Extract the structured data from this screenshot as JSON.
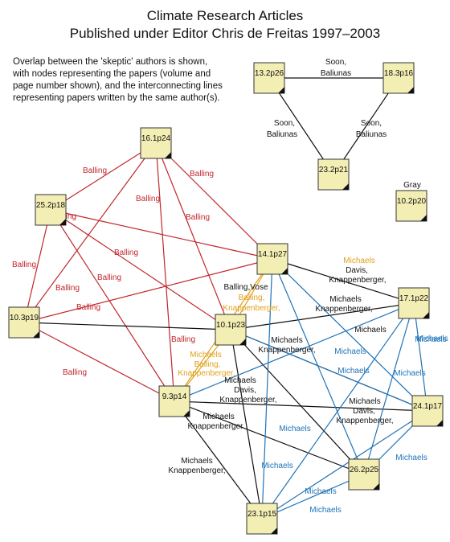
{
  "title": {
    "line1": "Climate Research Articles",
    "line2": "Published under Editor Chris de Freitas 1997–2003"
  },
  "description": {
    "line1": "Overlap between the 'skeptic' authors is shown,",
    "line2": "with nodes representing the papers (volume and",
    "line3": "page number shown), and the interconnecting lines",
    "line4": "representing papers written by the same author(s)."
  },
  "colors": {
    "node_fill": "#f3eeb4",
    "node_stroke": "#333333",
    "red": "#c0272d",
    "black": "#111111",
    "orange": "#e0a11b",
    "blue": "#1f73b7"
  },
  "nodes": [
    {
      "id": "13.2p26",
      "label": "13.2p26"
    },
    {
      "id": "18.3p16",
      "label": "18.3p16"
    },
    {
      "id": "23.2p21",
      "label": "23.2p21"
    },
    {
      "id": "10.2p20",
      "label": "10.2p20"
    },
    {
      "id": "16.1p24",
      "label": "16.1p24"
    },
    {
      "id": "25.2p18",
      "label": "25.2p18"
    },
    {
      "id": "14.1p27",
      "label": "14.1p27"
    },
    {
      "id": "17.1p22",
      "label": "17.1p22"
    },
    {
      "id": "10.3p19",
      "label": "10.3p19"
    },
    {
      "id": "10.1p23",
      "label": "10.1p23"
    },
    {
      "id": "9.3p14",
      "label": "9.3p14"
    },
    {
      "id": "24.1p17",
      "label": "24.1p17"
    },
    {
      "id": "26.2p25",
      "label": "26.2p25"
    },
    {
      "id": "23.1p15",
      "label": "23.1p15"
    }
  ],
  "edges": [
    {
      "from": "13.2p26",
      "to": "18.3p16",
      "color": "black"
    },
    {
      "from": "13.2p26",
      "to": "23.2p21",
      "color": "black"
    },
    {
      "from": "18.3p16",
      "to": "23.2p21",
      "color": "black"
    },
    {
      "from": "16.1p24",
      "to": "25.2p18",
      "color": "red"
    },
    {
      "from": "16.1p24",
      "to": "14.1p27",
      "color": "red"
    },
    {
      "from": "16.1p24",
      "to": "10.3p19",
      "color": "red"
    },
    {
      "from": "16.1p24",
      "to": "10.1p23",
      "color": "red"
    },
    {
      "from": "16.1p24",
      "to": "9.3p14",
      "color": "red"
    },
    {
      "from": "25.2p18",
      "to": "14.1p27",
      "color": "red"
    },
    {
      "from": "25.2p18",
      "to": "10.3p19",
      "color": "red"
    },
    {
      "from": "25.2p18",
      "to": "10.1p23",
      "color": "red"
    },
    {
      "from": "25.2p18",
      "to": "9.3p14",
      "color": "red"
    },
    {
      "from": "10.3p19",
      "to": "14.1p27",
      "color": "red"
    },
    {
      "from": "10.3p19",
      "to": "9.3p14",
      "color": "red"
    },
    {
      "from": "10.3p19",
      "to": "10.1p23",
      "color": "black"
    },
    {
      "from": "14.1p27",
      "to": "10.1p23",
      "color": "orange"
    },
    {
      "from": "10.1p23",
      "to": "9.3p14",
      "color": "orange"
    },
    {
      "from": "14.1p27",
      "to": "9.3p14",
      "color": "orange"
    },
    {
      "from": "14.1p27",
      "to": "17.1p22",
      "color": "black"
    },
    {
      "from": "10.1p23",
      "to": "17.1p22",
      "color": "black"
    },
    {
      "from": "10.1p23",
      "to": "24.1p17",
      "color": "black"
    },
    {
      "from": "9.3p14",
      "to": "24.1p17",
      "color": "black"
    },
    {
      "from": "9.3p14",
      "to": "26.2p25",
      "color": "black"
    },
    {
      "from": "9.3p14",
      "to": "23.1p15",
      "color": "black"
    },
    {
      "from": "10.1p23",
      "to": "23.1p15",
      "color": "black"
    },
    {
      "from": "10.1p23",
      "to": "26.2p25",
      "color": "black"
    },
    {
      "from": "14.1p27",
      "to": "24.1p17",
      "color": "blue"
    },
    {
      "from": "14.1p27",
      "to": "26.2p25",
      "color": "blue"
    },
    {
      "from": "14.1p27",
      "to": "23.1p15",
      "color": "blue"
    },
    {
      "from": "9.3p14",
      "to": "17.1p22",
      "color": "blue"
    },
    {
      "from": "17.1p22",
      "to": "24.1p17",
      "color": "blue"
    },
    {
      "from": "17.1p22",
      "to": "26.2p25",
      "color": "blue"
    },
    {
      "from": "17.1p22",
      "to": "23.1p15",
      "color": "blue"
    },
    {
      "from": "24.1p17",
      "to": "23.1p15",
      "color": "blue"
    },
    {
      "from": "24.1p17",
      "to": "26.2p25",
      "color": "blue"
    },
    {
      "from": "26.2p25",
      "to": "23.1p15",
      "color": "blue"
    },
    {
      "from": "10.1p23",
      "to": "24.1p17",
      "color": "blue"
    }
  ],
  "labels": [
    {
      "text": "Soon,",
      "color": "black"
    },
    {
      "text": "Baliunas",
      "color": "black"
    },
    {
      "text": "Soon,",
      "color": "black"
    },
    {
      "text": "Baliunas",
      "color": "black"
    },
    {
      "text": "Soon,",
      "color": "black"
    },
    {
      "text": "Baliunas",
      "color": "black"
    },
    {
      "text": "Gray",
      "color": "black"
    },
    {
      "text": "Balling",
      "color": "red"
    },
    {
      "text": "Balling",
      "color": "red"
    },
    {
      "text": "Balling",
      "color": "red"
    },
    {
      "text": "Balling",
      "color": "red"
    },
    {
      "text": "Balling",
      "color": "red"
    },
    {
      "text": "Balling",
      "color": "red"
    },
    {
      "text": "Balling",
      "color": "red"
    },
    {
      "text": "Balling",
      "color": "red"
    },
    {
      "text": "Balling",
      "color": "red"
    },
    {
      "text": "Balling",
      "color": "red"
    },
    {
      "text": "Balling",
      "color": "red"
    },
    {
      "text": "Balling",
      "color": "red"
    },
    {
      "text": "Balling,Vose",
      "color": "black"
    },
    {
      "text": "Balling,",
      "color": "orange"
    },
    {
      "text": "Knappenberger,",
      "color": "orange"
    },
    {
      "text": "Michaels",
      "color": "orange"
    },
    {
      "text": "Balling,",
      "color": "orange"
    },
    {
      "text": "Knappenberger,",
      "color": "orange"
    },
    {
      "text": "Michaels",
      "color": "orange"
    },
    {
      "text": "Davis,",
      "color": "black"
    },
    {
      "text": "Knappenberger,",
      "color": "black"
    },
    {
      "text": "Michaels",
      "color": "black"
    },
    {
      "text": "Knappenberger,",
      "color": "black"
    },
    {
      "text": "Michaels",
      "color": "black"
    },
    {
      "text": "Knappenberger,",
      "color": "black"
    },
    {
      "text": "Michaels",
      "color": "black"
    },
    {
      "text": "Davis,",
      "color": "black"
    },
    {
      "text": "Knappenberger,",
      "color": "black"
    },
    {
      "text": "Michaels",
      "color": "black"
    },
    {
      "text": "Davis,",
      "color": "black"
    },
    {
      "text": "Knappenberger,",
      "color": "black"
    },
    {
      "text": "Michaels",
      "color": "black"
    },
    {
      "text": "Knappenberger",
      "color": "black"
    },
    {
      "text": "Michaels",
      "color": "black"
    },
    {
      "text": "Knappenberger,",
      "color": "black"
    },
    {
      "text": "Michaels",
      "color": "black"
    },
    {
      "text": "Michaels",
      "color": "blue"
    },
    {
      "text": "Michaels",
      "color": "blue"
    },
    {
      "text": "Michaels",
      "color": "blue"
    },
    {
      "text": "Michaels",
      "color": "blue"
    },
    {
      "text": "Michaels",
      "color": "blue"
    },
    {
      "text": "Michaels",
      "color": "blue"
    },
    {
      "text": "Michaels",
      "color": "blue"
    },
    {
      "text": "Michaels",
      "color": "blue"
    },
    {
      "text": "Michaels",
      "color": "blue"
    },
    {
      "text": "Michaels",
      "color": "blue"
    },
    {
      "text": "Michaels",
      "color": "blue"
    }
  ]
}
